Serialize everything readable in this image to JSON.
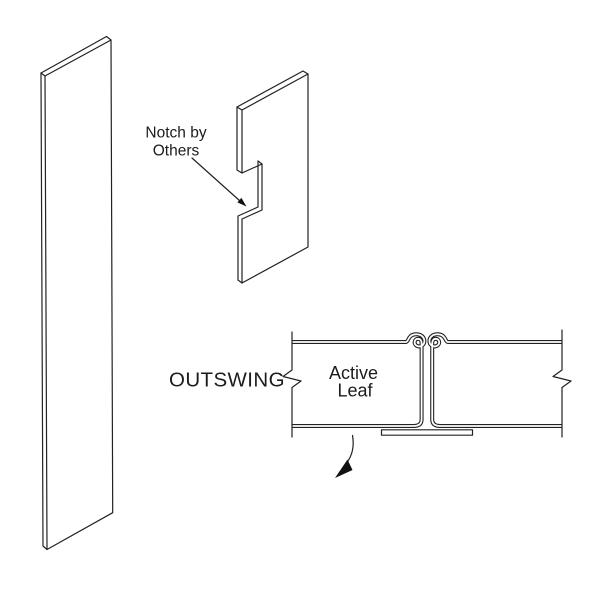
{
  "diagram": {
    "background": "#ffffff",
    "line_color": "#222222",
    "notch_callout": {
      "line1": "Notch by",
      "line2": "Others"
    },
    "section": {
      "swing_label": "OUTSWING",
      "leaf_label_line1": "Active",
      "leaf_label_line2": "Leaf"
    }
  }
}
